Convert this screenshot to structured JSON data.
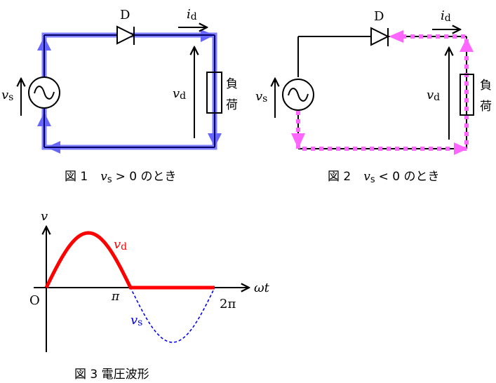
{
  "figure1": {
    "diode_label": "D",
    "current_label": {
      "main": "i",
      "sub": "d"
    },
    "source_label": {
      "main": "v",
      "sub": "s"
    },
    "load_voltage_label": {
      "main": "v",
      "sub": "d"
    },
    "load_label_line1": "負",
    "load_label_line2": "荷",
    "caption": {
      "prefix": "図 1",
      "var": "v",
      "sub": "s",
      "suffix": "> 0 のとき"
    },
    "current_path_color": "#6666ff",
    "current_path_style": "solid"
  },
  "figure2": {
    "diode_label": "D",
    "current_label": {
      "main": "i",
      "sub": "d"
    },
    "source_label": {
      "main": "v",
      "sub": "s"
    },
    "load_voltage_label": {
      "main": "v",
      "sub": "d"
    },
    "load_label_line1": "負",
    "load_label_line2": "荷",
    "caption": {
      "prefix": "図 2",
      "var": "v",
      "sub": "s",
      "suffix": "< 0 のとき"
    },
    "current_path_color": "#ff66ff",
    "current_path_style": "dotted"
  },
  "figure3": {
    "caption": "図 3  電圧波形"
  },
  "chart_data": {
    "type": "line",
    "title": "図 3 電圧波形",
    "xlabel": "ωt",
    "ylabel": "v",
    "origin_label": "O",
    "x_tick_labels": [
      "π",
      "2π"
    ],
    "x_ticks": [
      3.14159,
      6.28318
    ],
    "xlim": [
      0,
      6.6
    ],
    "ylim": [
      -1.1,
      1.1
    ],
    "grid": false,
    "series": [
      {
        "name": "v_d",
        "label_main": "v",
        "label_sub": "d",
        "color": "#ff0000",
        "style": "solid-thick",
        "description": "half-wave rectified: sin(ωt) for 0..π, 0 for π..2π",
        "x": [
          0,
          0.785,
          1.571,
          2.356,
          3.142,
          4.712,
          6.283
        ],
        "y": [
          0,
          0.707,
          1,
          0.707,
          0,
          0,
          0
        ]
      },
      {
        "name": "v_s",
        "label_main": "v",
        "label_sub": "s",
        "color": "#0000ff",
        "style": "dashed",
        "description": "sin(ωt) over 0..2π",
        "x": [
          0,
          0.785,
          1.571,
          2.356,
          3.142,
          3.927,
          4.712,
          5.498,
          6.283
        ],
        "y": [
          0,
          0.707,
          1,
          0.707,
          0,
          -0.707,
          -1,
          -0.707,
          0
        ]
      }
    ]
  }
}
